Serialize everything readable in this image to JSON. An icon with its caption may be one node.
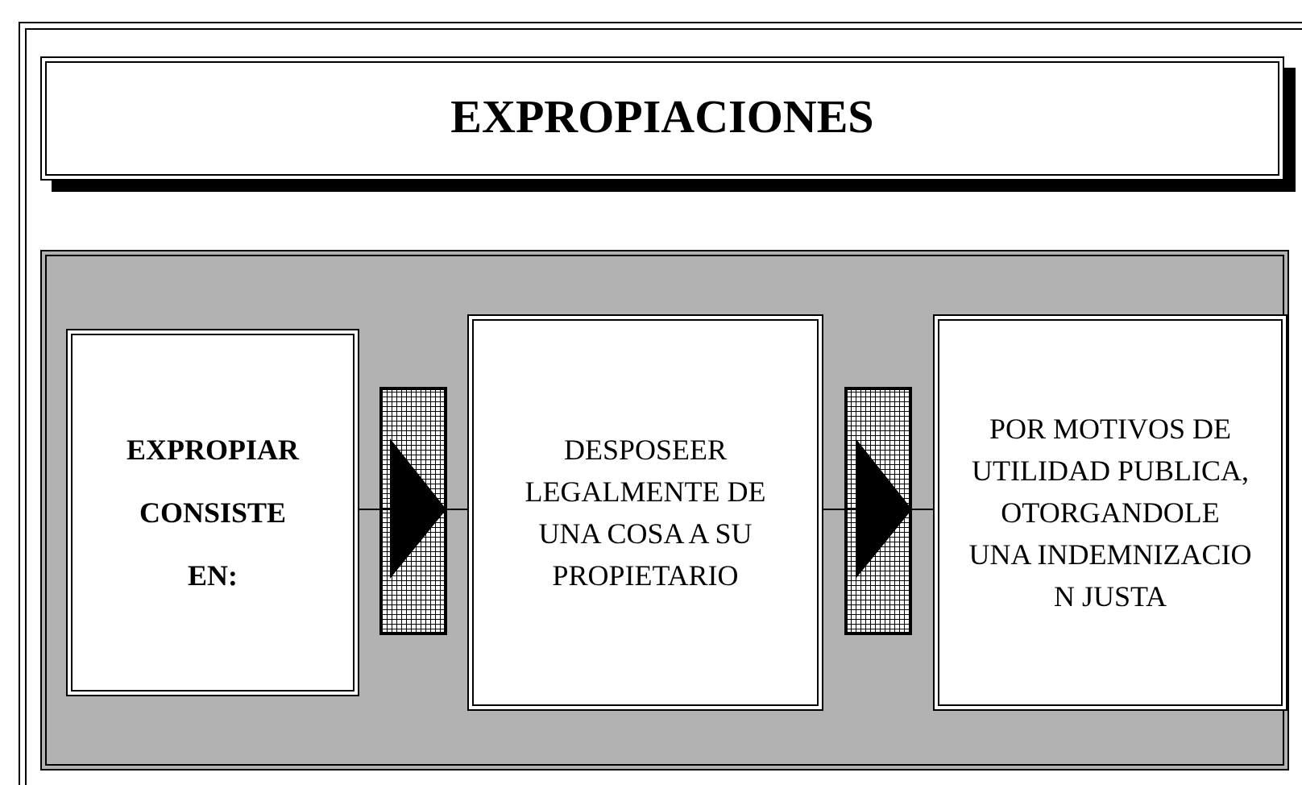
{
  "diagram": {
    "title": "EXPROPIACIONES",
    "nodes": [
      {
        "text": [],
        "shape": "box"
      },
      {
        "text": [
          "EXPROPIAR CONSISTE EN:"
        ],
        "in": 0
      },
      {
        "text": [
          "DESPOSEER LEGALMENTE DE UNA COSA A SU PROPIETARIO"
        ],
        "in": 0
      },
      {
        "text": [
          "POR MOTIVOS DE UTILIDAD PUBLICA, OTORGANDOLE UNA INDEMNIZACIO N JUSTA"
        ],
        "in": 0
      }
    ],
    "edges": [
      {
        "from": 1,
        "to": 2,
        "arrow": "to"
      },
      {
        "from": 2,
        "to": 3,
        "arrow": "to"
      }
    ]
  }
}
